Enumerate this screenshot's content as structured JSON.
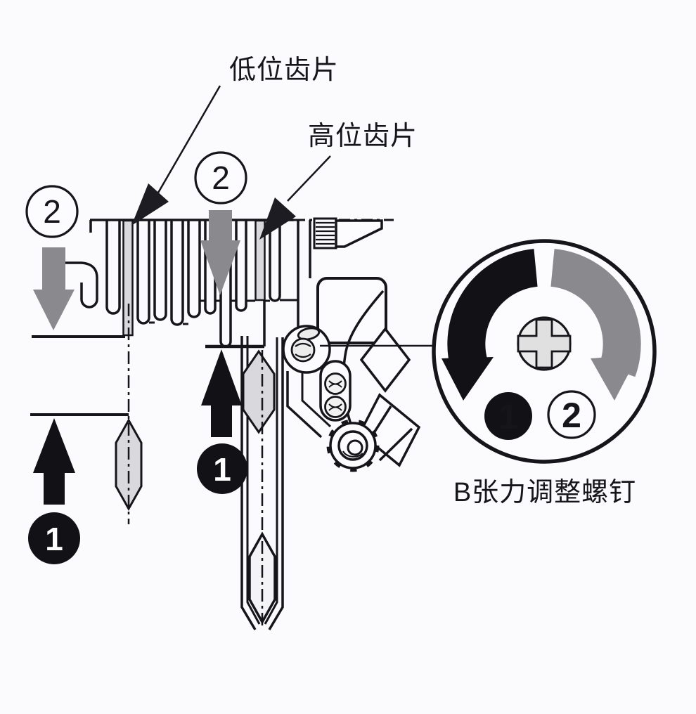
{
  "diagram": {
    "labels": {
      "low_gear": "低位齿片",
      "high_gear": "高位齿片",
      "b_tension": "B张力调整螺钉"
    },
    "badges": {
      "one": "1",
      "two": "2"
    },
    "colors": {
      "ink": "#15151a",
      "gray_arrow": "#8a8a8e",
      "light_fill": "#d9d9dd",
      "paper": "#fbfbfd"
    }
  }
}
